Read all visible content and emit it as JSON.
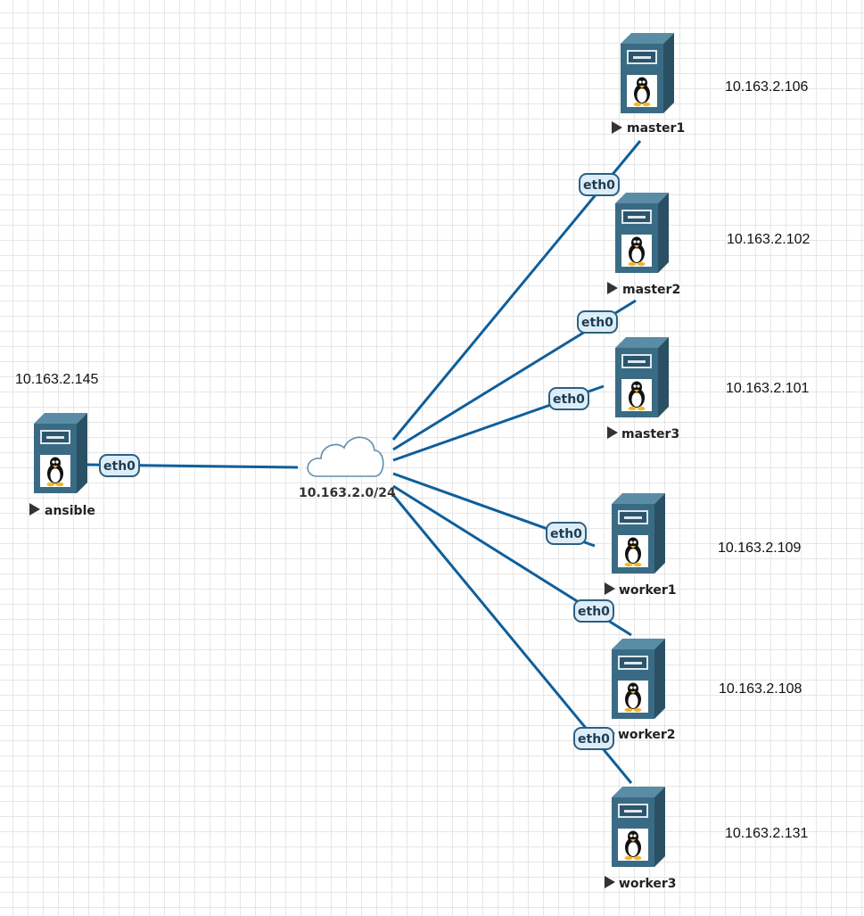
{
  "network": {
    "label": "10.163.2.0/24",
    "icon": "cloud-icon"
  },
  "nodes": [
    {
      "id": "ansible",
      "name": "ansible",
      "ip": "10.163.2.145",
      "icon": "linux-server-icon",
      "port": "eth0"
    },
    {
      "id": "master1",
      "name": "master1",
      "ip": "10.163.2.106",
      "icon": "linux-server-icon",
      "port": "eth0"
    },
    {
      "id": "master2",
      "name": "master2",
      "ip": "10.163.2.102",
      "icon": "linux-server-icon",
      "port": "eth0"
    },
    {
      "id": "master3",
      "name": "master3",
      "ip": "10.163.2.101",
      "icon": "linux-server-icon",
      "port": "eth0"
    },
    {
      "id": "worker1",
      "name": "worker1",
      "ip": "10.163.2.109",
      "icon": "linux-server-icon",
      "port": "eth0"
    },
    {
      "id": "worker2",
      "name": "worker2",
      "ip": "10.163.2.108",
      "icon": "linux-server-icon",
      "port": "eth0"
    },
    {
      "id": "worker3",
      "name": "worker3",
      "ip": "10.163.2.131",
      "icon": "linux-server-icon",
      "port": "eth0"
    }
  ],
  "colors": {
    "link": "#0f5f9a",
    "server": "#3a6b85",
    "port_fill": "#dcedf8",
    "port_border": "#2e5f80"
  }
}
